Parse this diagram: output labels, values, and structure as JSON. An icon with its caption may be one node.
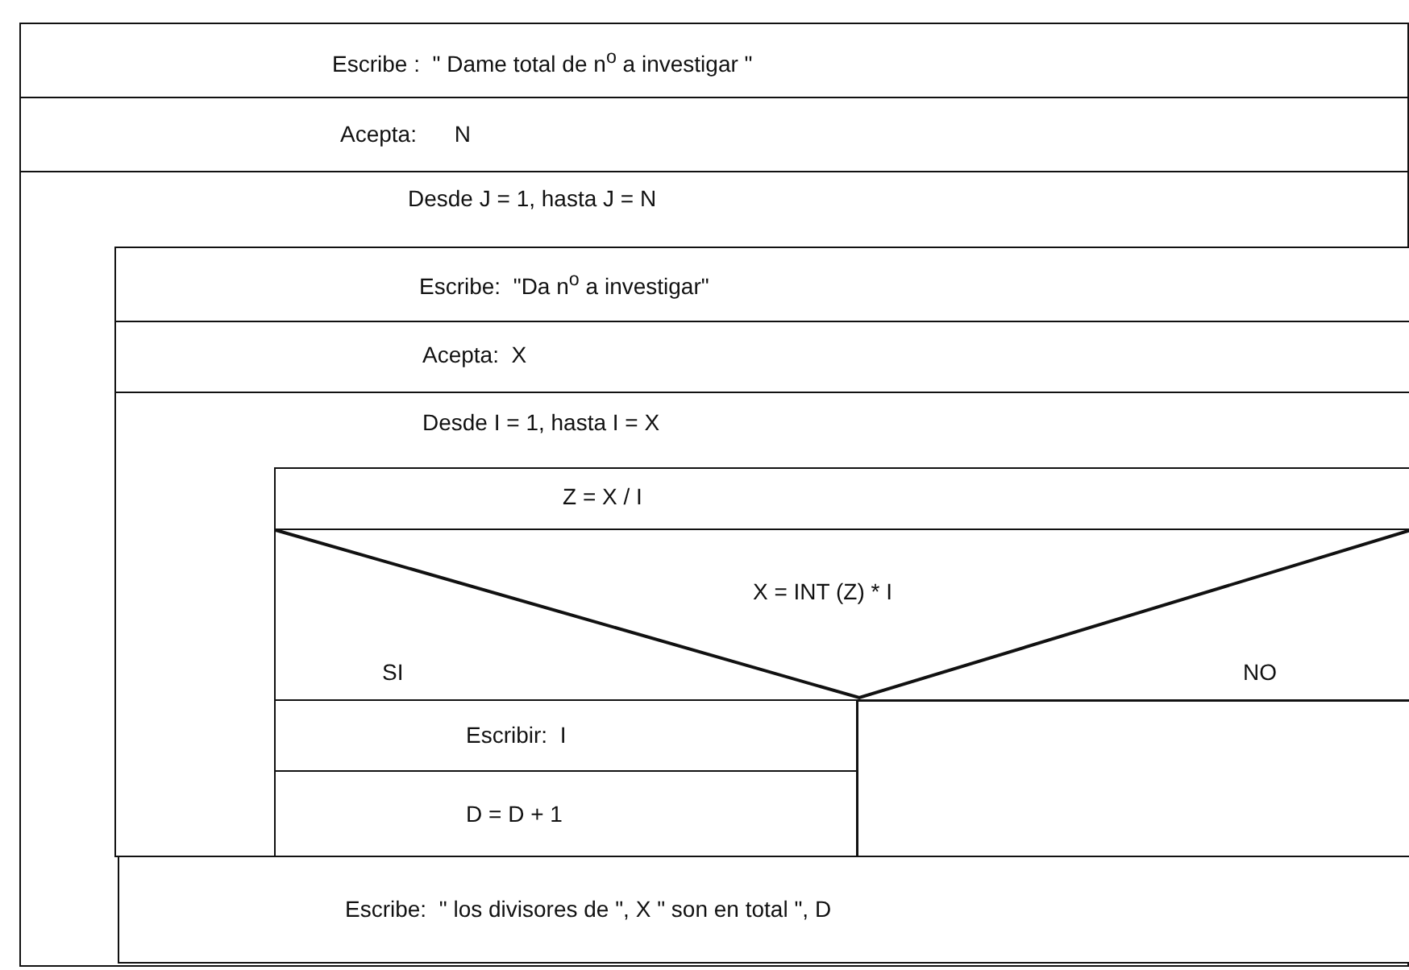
{
  "diagram": {
    "nodes": [
      {
        "text": [
          "Escribe :  \" Dame total de n$^{o}$ a investigar \""
        ]
      },
      {
        "text": [
          "Acepta:      N"
        ]
      },
      {
        "text": [
          "Desde J = 1, hasta J = N"
        ]
      },
      {
        "text": [
          "Escribe:  \"Da n$^{o}$ a investigar\""
        ],
        "in": 2
      },
      {
        "text": [
          "Acepta:  X"
        ],
        "in": 2
      },
      {
        "text": [
          "Desde I = 1, hasta I = X"
        ],
        "in": 2
      },
      {
        "text": [
          "Z = X / I"
        ],
        "in": 5
      },
      {
        "text": [
          "X = INT (Z) * I",
          "SI",
          "NO"
        ],
        "in": 5
      },
      {
        "text": [
          "Escribir:  I"
        ],
        "in": 5
      },
      {
        "text": [
          "D = D + 1"
        ],
        "in": 5
      },
      {
        "text": [],
        "shape": "box",
        "in": 5
      },
      {
        "text": [
          "Escribe:  \" los divisores de \", X \" son en total \", D"
        ],
        "in": 2
      }
    ]
  }
}
